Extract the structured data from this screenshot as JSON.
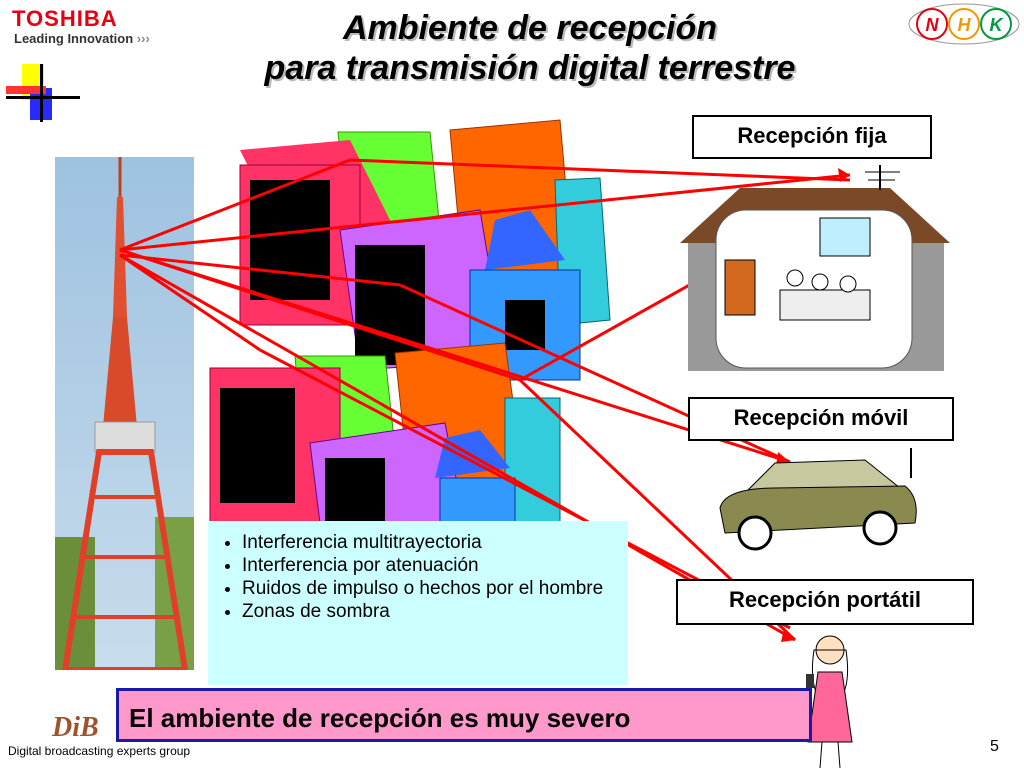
{
  "header": {
    "logo_text": "TOSHIBA",
    "logo_tagline": "Leading Innovation",
    "title_line1": "Ambiente de recepción",
    "title_line2": "para transmisión digital terrestre",
    "nhk_letters": [
      "N",
      "H",
      "K"
    ]
  },
  "labels": {
    "fixed": "Recepción fija",
    "mobile": "Recepción móvil",
    "portable": "Recepción portátil"
  },
  "issues": [
    "Interferencia multitrayectoria",
    "Interferencia por atenuación",
    "Ruidos de impulso o hechos por el hombre",
    "Zonas de sombra"
  ],
  "banner": "El ambiente de recepción es muy severo",
  "footer": {
    "group": "Digital broadcasting experts group",
    "dibeg_logo": "DiB",
    "page_number": "5"
  },
  "colors": {
    "ray": "#ff0000",
    "info_bg": "#ccffff",
    "banner_bg": "#ff99cc",
    "banner_border": "#1a1aa6"
  }
}
